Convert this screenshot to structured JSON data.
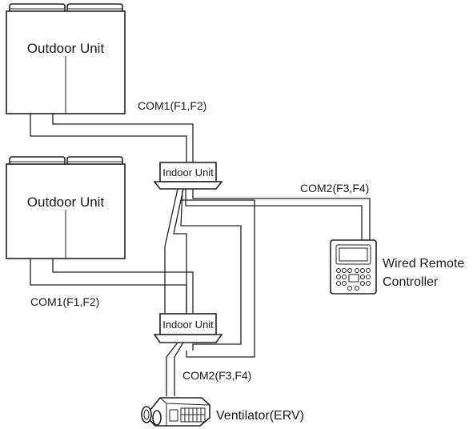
{
  "outdoor_units": [
    {
      "label": "Outdoor Unit"
    },
    {
      "label": "Outdoor Unit"
    }
  ],
  "indoor_units": [
    {
      "label": "Indoor Unit"
    },
    {
      "label": "Indoor Unit"
    }
  ],
  "wire_labels": {
    "com1_top": "COM1(F1,F2)",
    "com1_bottom": "COM1(F1,F2)",
    "com2_remote": "COM2(F3,F4)",
    "com2_ventilator": "COM2(F3,F4)"
  },
  "devices": {
    "remote_line1": "Wired Remote",
    "remote_line2": "Controller",
    "ventilator": "Ventilator(ERV)"
  }
}
